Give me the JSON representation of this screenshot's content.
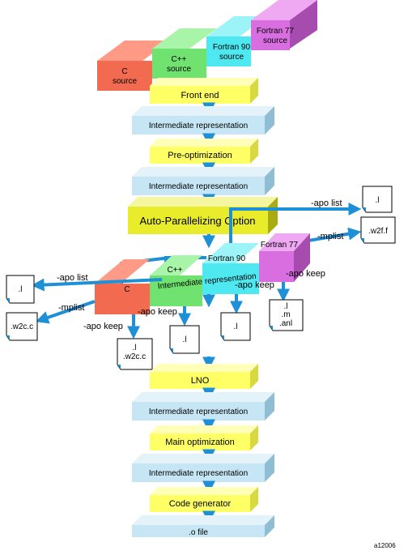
{
  "top_sources": [
    {
      "line1": "C",
      "line2": "source",
      "color": "#f26a4f"
    },
    {
      "line1": "C++",
      "line2": "source",
      "color": "#6fe26f"
    },
    {
      "line1": "Fortran 90",
      "line2": "source",
      "color": "#4de8f0"
    },
    {
      "line1": "Fortran 77",
      "line2": "source",
      "color": "#d86ee0"
    }
  ],
  "pipeline": {
    "front_end": "Front end",
    "ir1": "Intermediate representation",
    "preopt": "Pre-optimization",
    "ir2": "Intermediate representation",
    "apo": "Auto-Parallelizing Option",
    "lno": "LNO",
    "ir4": "Intermediate representation",
    "mainopt": "Main optimization",
    "ir5": "Intermediate representation",
    "codegen": "Code generator",
    "ofile": ".o file"
  },
  "mid_band": {
    "languages": [
      "C",
      "C++",
      "Fortran 90",
      "Fortran 77"
    ],
    "label": "Intermediate representation"
  },
  "option_labels": {
    "apo_list": "-apo list",
    "mplist": "-mplist",
    "apo_keep": "-apo keep"
  },
  "files": {
    "l": ".l",
    "w2c_c": ".w2c.c",
    "w2f_f": ".w2f.f",
    "l_w2c": [
      ".l",
      ".w2c.c"
    ],
    "l_m_anl": [
      ".l",
      ".m",
      ".anl"
    ]
  },
  "colors": {
    "yellow": "#ffff66",
    "light_blue": "#c6e6f5",
    "apo_yellow": "#e8ec2a",
    "arrow": "#1e90d8"
  },
  "credit": "a12006"
}
